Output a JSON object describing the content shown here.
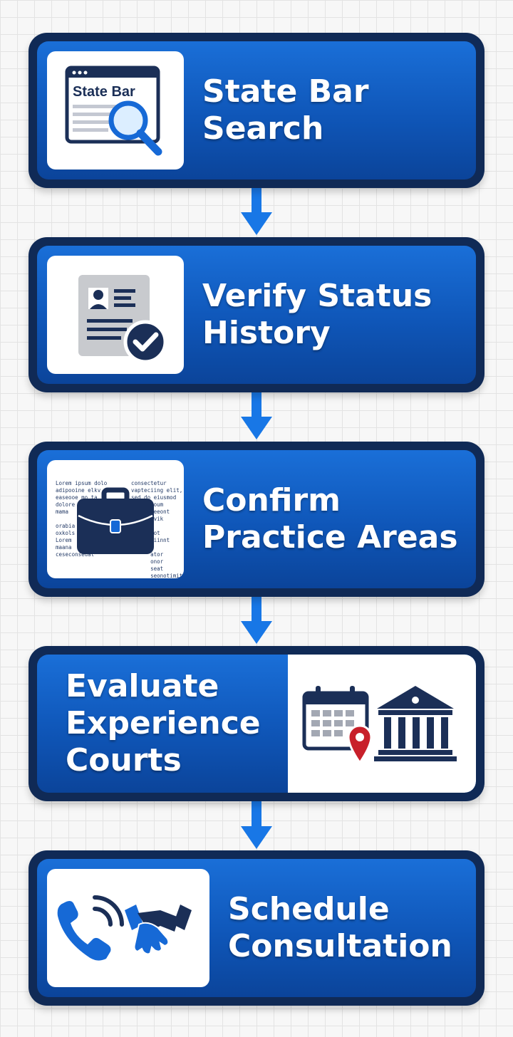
{
  "steps": [
    {
      "line1": "State Bar",
      "line2": "Search",
      "icon": "search-icon",
      "icon_text": "State Bar"
    },
    {
      "line1": "Verify Status",
      "line2": "History",
      "icon": "profile-check-icon"
    },
    {
      "line1": "Confirm",
      "line2": "Practice Areas",
      "icon": "briefcase-icon",
      "icon_text_left": "Lorem ipsum dolo\nadipooine elkv\neaseooe mo ta\ndolore\nmama\n\norabia\noxkols\nLorem\nmaana\nceseconsedat",
      "icon_text_right": "consectetur\nvapteciing elit,\nsed do eiusmod\n      coum\n      ceeont\n      gvik\n\n      sot\n      wiinnt\n\n      ator\n      onor\n      seat\n      seonotimit"
    },
    {
      "line1": "Evaluate",
      "line2": "Experience",
      "line3": "Courts",
      "icon": "calendar-courthouse-icon"
    },
    {
      "line1": "Schedule",
      "line2": "Consultation",
      "icon": "phone-handshake-icon"
    }
  ],
  "colors": {
    "card_border": "#102a56",
    "card_gradient_top": "#1a6fd8",
    "card_gradient_bottom": "#0b449a",
    "arrow": "#1877e6",
    "icon_dark": "#1b2f57",
    "icon_blue": "#1669d6",
    "pin_red": "#c8202a"
  }
}
